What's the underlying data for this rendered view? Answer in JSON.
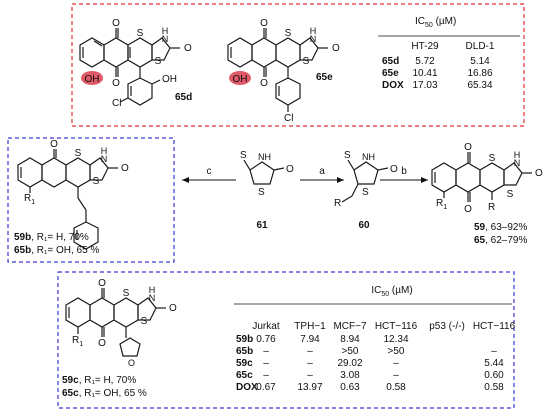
{
  "top_panel": {
    "cmp1": {
      "id": "65d",
      "oh": "OH",
      "oh2": "OH",
      "cl": "Cl",
      "o": "O",
      "s": "S",
      "nh": "H",
      "n": "N"
    },
    "cmp2": {
      "id": "65e",
      "oh": "OH",
      "cl": "Cl",
      "o": "O",
      "s": "S",
      "nh": "H",
      "n": "N"
    },
    "ic50_header": "IC",
    "ic50_sub": "50",
    "ic50_unit": " (µM)",
    "cols": [
      "HT-29",
      "DLD-1"
    ],
    "rows": [
      {
        "name": "65d",
        "v": [
          "5.72",
          "5.14"
        ]
      },
      {
        "name": "65e",
        "v": [
          "10.41",
          "16.86"
        ]
      },
      {
        "name": "DOX",
        "v": [
          "17.03",
          "65.34"
        ]
      }
    ]
  },
  "middle": {
    "left_box": {
      "r1": "R",
      "r1_sub": "1",
      "line1_id": "59b",
      "line1_rest": ", R₁= H, 70%",
      "line2_id": "65b",
      "line2_rest": ", R₁= OH, 65 %"
    },
    "cmp61": "61",
    "cmp60": "60",
    "arrow_c": "c",
    "arrow_a": "a",
    "arrow_b": "b",
    "right": {
      "r1": "R",
      "r1_sub": "1",
      "r": "R",
      "line1_id": "59",
      "line1_rest": ", 63–92%",
      "line2_id": "65",
      "line2_rest": ", 62–79%"
    }
  },
  "bottom_panel": {
    "r1": "R",
    "r1_sub": "1",
    "line1_id": "59c",
    "line1_rest": ", R₁= H, 70%",
    "line2_id": "65c",
    "line2_rest": ", R₁= OH, 65 %",
    "ic50_header": "IC",
    "ic50_sub": "50",
    "ic50_unit": " (µM)",
    "cols": [
      "Jurkat",
      "TPH−1",
      "MCF−7",
      "HCT−116",
      "p53 (-/-)",
      "HCT−116"
    ],
    "rows": [
      {
        "name": "59b",
        "v": [
          "0.76",
          "7.94",
          "8.94",
          "12.34",
          "",
          ""
        ]
      },
      {
        "name": "65b",
        "v": [
          "–",
          "–",
          ">50",
          ">50",
          "",
          "–"
        ]
      },
      {
        "name": "59c",
        "v": [
          "–",
          "–",
          "29.02",
          "–",
          "",
          "5.44"
        ]
      },
      {
        "name": "65c",
        "v": [
          "–",
          "–",
          "3.08",
          "–",
          "",
          "0.60"
        ]
      },
      {
        "name": "DOX",
        "v": [
          "0.67",
          "13.97",
          "0.63",
          "0.58",
          "",
          "0.58"
        ]
      }
    ]
  },
  "colors": {
    "red_box": "#e03030",
    "blue_box": "#3a3ad8",
    "highlight": "#e05a6a"
  }
}
